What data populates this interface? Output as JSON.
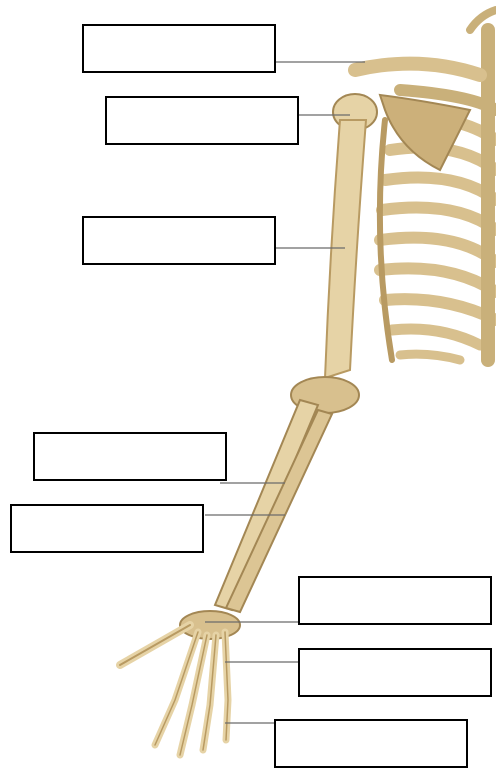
{
  "diagram": {
    "subject": "skeleton-upper-limb-right-side",
    "colors": {
      "bone": "#e6d3a6",
      "bone_shadow": "#b89a62",
      "bone_dark": "#8f7445",
      "background": "#ffffff",
      "box_border": "#000000",
      "leader_line": "#6b6b6b"
    },
    "labels": [
      {
        "id": "clavicle-label",
        "text": ""
      },
      {
        "id": "shoulder-label",
        "text": ""
      },
      {
        "id": "humerus-label",
        "text": ""
      },
      {
        "id": "ulna-label",
        "text": ""
      },
      {
        "id": "radius-label",
        "text": ""
      },
      {
        "id": "carpals-label",
        "text": ""
      },
      {
        "id": "metacarpals-label",
        "text": ""
      },
      {
        "id": "phalanges-label",
        "text": ""
      }
    ]
  }
}
